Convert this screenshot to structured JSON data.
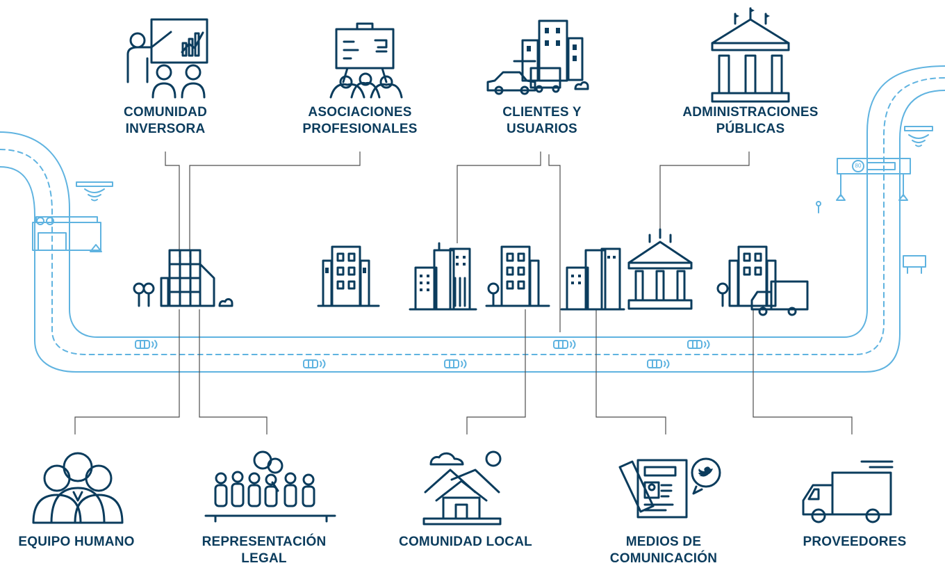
{
  "colors": {
    "primary": "#0b3c5d",
    "road": "#5fb3e0",
    "connector": "#4d4d4d"
  },
  "stakeholders": {
    "top": [
      {
        "id": "comunidad-inversora",
        "lines": [
          "COMUNIDAD",
          "INVERSORA"
        ],
        "icon": "presentation-icon"
      },
      {
        "id": "asociaciones-profesionales",
        "lines": [
          "ASOCIACIONES",
          "PROFESIONALES"
        ],
        "icon": "easel-audience-icon"
      },
      {
        "id": "clientes-usuarios",
        "lines": [
          "CLIENTES Y",
          "USUARIOS"
        ],
        "icon": "city-vehicles-icon"
      },
      {
        "id": "administraciones-publicas",
        "lines": [
          "ADMINISTRACIONES",
          "PÚBLICAS"
        ],
        "icon": "government-building-icon"
      }
    ],
    "bottom": [
      {
        "id": "equipo-humano",
        "lines": [
          "EQUIPO HUMANO"
        ],
        "icon": "team-icon"
      },
      {
        "id": "representacion-legal",
        "lines": [
          "REPRESENTACIÓN",
          "LEGAL"
        ],
        "icon": "assembly-icon"
      },
      {
        "id": "comunidad-local",
        "lines": [
          "COMUNIDAD LOCAL"
        ],
        "icon": "houses-icon"
      },
      {
        "id": "medios-comunicacion",
        "lines": [
          "MEDIOS DE",
          "COMUNICACIÓN"
        ],
        "icon": "newspaper-twitter-icon"
      },
      {
        "id": "proveedores",
        "lines": [
          "PROVEEDORES"
        ],
        "icon": "delivery-truck-icon"
      }
    ]
  },
  "road_sign": {
    "speed_limit": "80"
  }
}
